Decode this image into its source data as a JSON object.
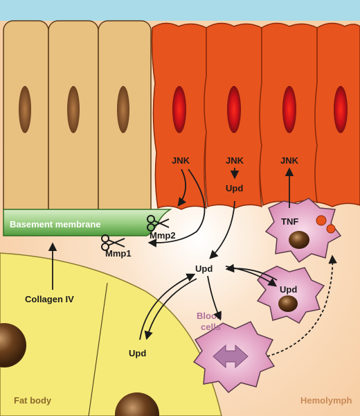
{
  "labels": {
    "jnk_1": "JNK",
    "jnk_2": "JNK",
    "jnk_3": "JNK",
    "upd_cell": "Upd",
    "tnf": "TNF",
    "basement_membrane": "Basement membrane",
    "mmp2": "Mmp2",
    "mmp1": "Mmp1",
    "upd_center": "Upd",
    "upd_bloodcell": "Upd",
    "upd_fatbody": "Upd",
    "collagen": "Collagen IV",
    "blood_cells_line1": "Blood",
    "blood_cells_line2": "cells",
    "fat_body": "Fat body",
    "hemolymph": "Hemolymph"
  },
  "colors": {
    "lumen": "#a9dbe8",
    "hemolymph": "#f9d9b8",
    "normal_cell": "#e8c080",
    "tumor_cell": "#e8541e",
    "nucleus_normal": "#8a5a30",
    "nucleus_tumor": "#d8101e",
    "basement_membrane": "#5aa043",
    "fat_body": "#f5ea78",
    "blood_cell": "#e6a8c8"
  }
}
